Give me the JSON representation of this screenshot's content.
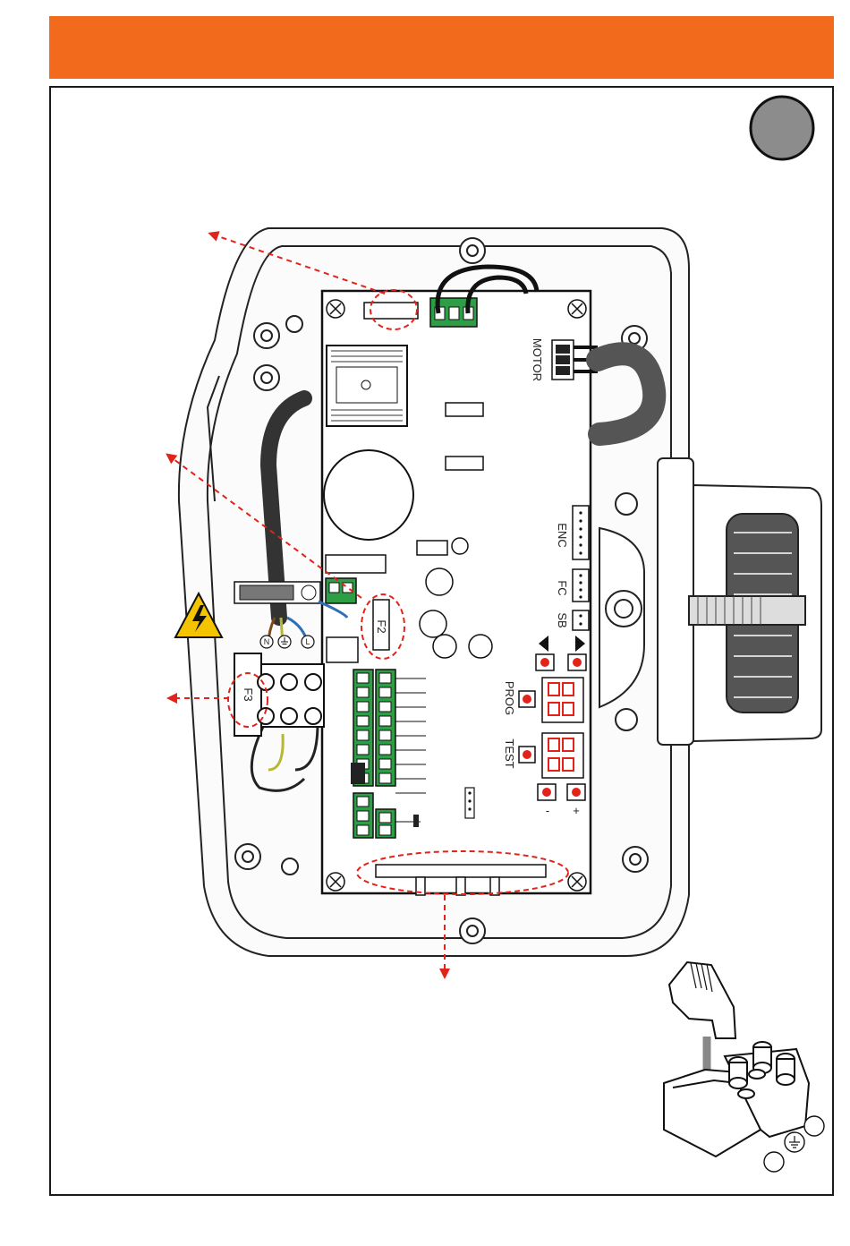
{
  "colors": {
    "header": "#f26b1d",
    "accent": "#e2231a",
    "terminal_green": "#2e9e46",
    "led_red": "#e2231a",
    "step_circle": "#8c8c8c",
    "warning_yellow": "#f5c400"
  },
  "labels": {
    "motor": "MOTOR",
    "enc": "ENC",
    "fc": "FC",
    "sb": "SB",
    "prog": "PROG",
    "test": "TEST",
    "minus": "-",
    "plus": "+",
    "fuse_f2": "F2",
    "fuse_f3": "F3",
    "term_n": "N",
    "term_l": "L"
  },
  "icons": {
    "warning": "high-voltage-warning-icon",
    "earth": "earth-ground-icon",
    "step": "step-indicator-icon"
  }
}
